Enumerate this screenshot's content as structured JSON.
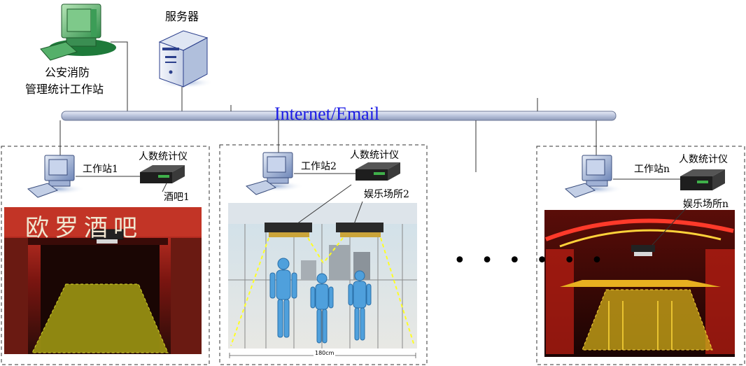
{
  "top": {
    "server_label": "服务器",
    "station_label_line1": "公安消防",
    "station_label_line2": "管理统计工作站"
  },
  "network": {
    "label": "Internet/Email",
    "bus_color": "#c9d1e6"
  },
  "sites": [
    {
      "workstation_label": "工作站1",
      "counter_label": "人数统计仪",
      "venue_label": "酒吧1",
      "sign_text": "欧罗酒吧"
    },
    {
      "workstation_label": "工作站2",
      "counter_label": "人数统计仪",
      "venue_label": "娱乐场所2",
      "dimension_label": "180cm"
    },
    {
      "workstation_label": "工作站n",
      "counter_label": "人数统计仪",
      "venue_label": "娱乐场所n"
    }
  ],
  "ellipsis": "• • • • • •",
  "colors": {
    "coverage_zone": "#b5b215",
    "coverage_dash": "#ffff33",
    "border_dash": "#333333"
  }
}
